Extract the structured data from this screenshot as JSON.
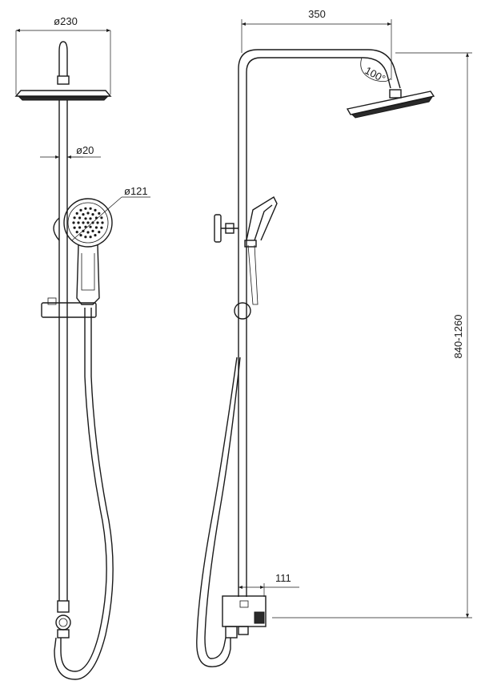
{
  "dimensions": {
    "head_diameter": "ø230",
    "rail_diameter": "ø20",
    "hand_shower_diameter": "ø121",
    "arm_reach": "350",
    "arm_angle": "100°",
    "height_range": "840-1260",
    "valve_depth": "111"
  },
  "colors": {
    "line": "#1a1a1a",
    "background": "#ffffff"
  }
}
